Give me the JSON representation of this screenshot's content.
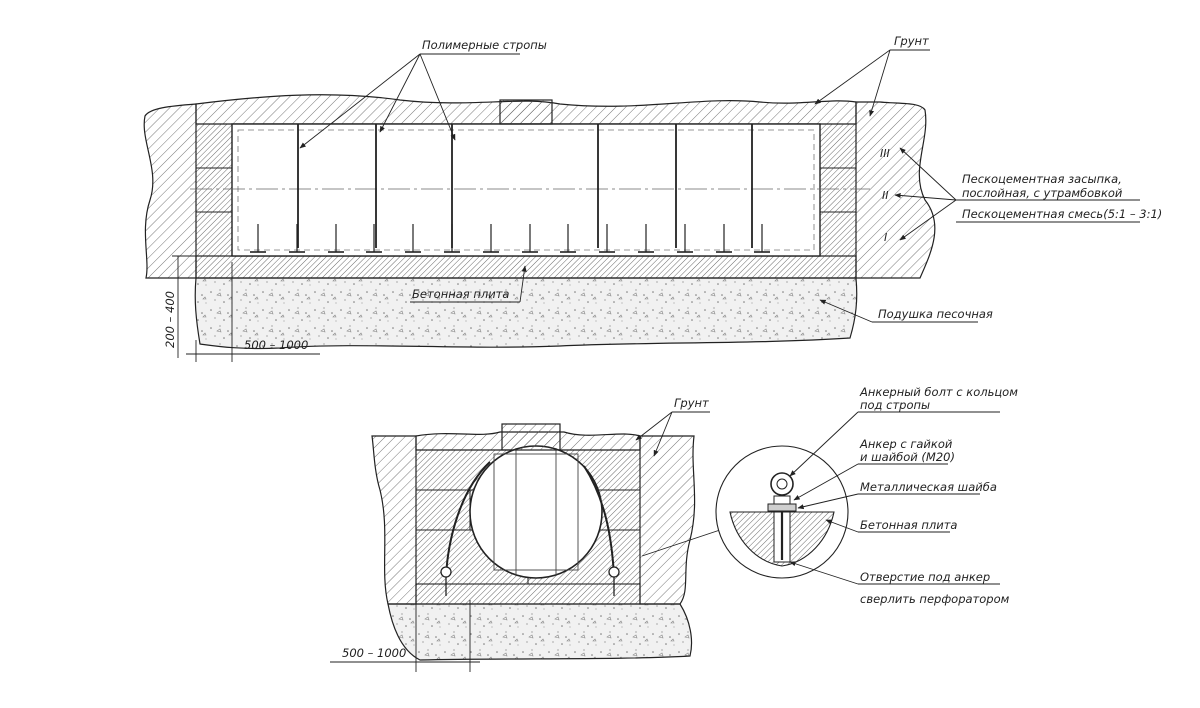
{
  "top_view": {
    "labels": {
      "polymer_straps": "Полимерные стропы",
      "soil": "Грунт",
      "backfill_line1": "Пескоцементная засыпка,",
      "backfill_line2": "послойная, с утрамбовкой",
      "mix": "Пескоцементная смесь(5:1 – 3:1)",
      "concrete_slab": "Бетонная плита",
      "sand_cushion": "Подушка песочная"
    },
    "layers": [
      "III",
      "II",
      "I"
    ],
    "dims": {
      "height": "200 – 400",
      "offset": "500 – 1000"
    }
  },
  "section_view": {
    "labels": {
      "soil": "Грунт"
    },
    "dims": {
      "offset": "500 – 1000"
    }
  },
  "detail": {
    "labels": {
      "anchor_bolt_line1": "Анкерный болт с кольцом",
      "anchor_bolt_line2": "под стропы",
      "anchor_nut_line1": "Анкер с гайкой",
      "anchor_nut_line2": "и шайбой (М20)",
      "metal_washer": "Металлическая шайба",
      "concrete_slab": "Бетонная плита",
      "hole_line1": "Отверстие под анкер",
      "hole_line2": "сверлить перфоратором"
    }
  },
  "colors": {
    "line": "#222222",
    "hatch": "#555555",
    "stipple": "#777777",
    "block": "#d8d8d8"
  }
}
